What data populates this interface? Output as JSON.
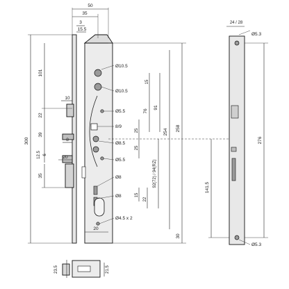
{
  "drawing": {
    "top_dims": {
      "d50": "50",
      "d35": "35",
      "d3": "3",
      "d15_5": "15.5",
      "d24_28": "24 / 28"
    },
    "left_dims": {
      "d300": "300",
      "d101": "101",
      "d22": "22",
      "d10": "10",
      "d39": "39",
      "d8": "8",
      "d12_5": "12.5",
      "d6": "6",
      "d20": "20",
      "d35": "35"
    },
    "hole_labels": {
      "h1": "Ø10.5",
      "h2": "Ø10.5",
      "h3": "Ø5.5",
      "h4": "8/9",
      "h5": "Ø8.5",
      "h6": "Ø5.5",
      "h7": "Ø8",
      "h8": "Ø8",
      "h9": "Ø4.5 x 2"
    },
    "right_dims": {
      "d15a": "15",
      "d76": "76",
      "d91": "91",
      "d25a": "25",
      "d25b": "25",
      "d254": "254",
      "d258": "258",
      "d92": "92(72) / 94(RZ)",
      "d15b": "15",
      "d22": "22",
      "d30": "30",
      "d20bottom": "20"
    },
    "faceplate": {
      "top_hole": "Ø5.3",
      "bottom_hole": "Ø5.3",
      "d276": "276",
      "d141_5": "141.5"
    },
    "bottom_detail": {
      "d23_5": "23.5",
      "d21_5": "21.5"
    }
  }
}
